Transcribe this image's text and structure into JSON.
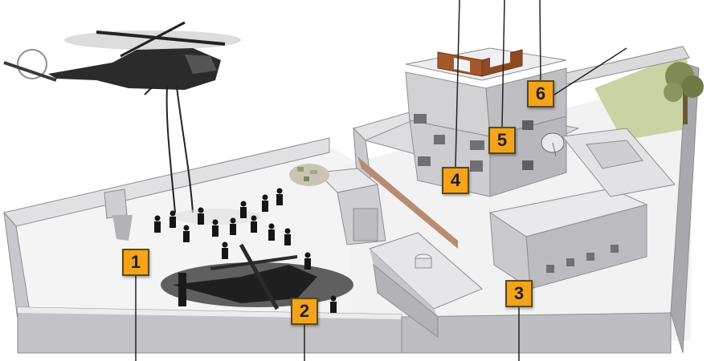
{
  "markers": [
    {
      "id": "1",
      "label": "1"
    },
    {
      "id": "2",
      "label": "2"
    },
    {
      "id": "3",
      "label": "3"
    },
    {
      "id": "4",
      "label": "4"
    },
    {
      "id": "5",
      "label": "5"
    },
    {
      "id": "6",
      "label": "6"
    }
  ],
  "colors": {
    "marker_fill": "#f4a31b",
    "wall": "#d9d9db",
    "wall_shade": "#a9a9ad",
    "ground": "#f4f4f4",
    "lawn": "#c9d3a4",
    "helicopter": "#2b2b2b",
    "roof_brick": "#a5582b"
  }
}
